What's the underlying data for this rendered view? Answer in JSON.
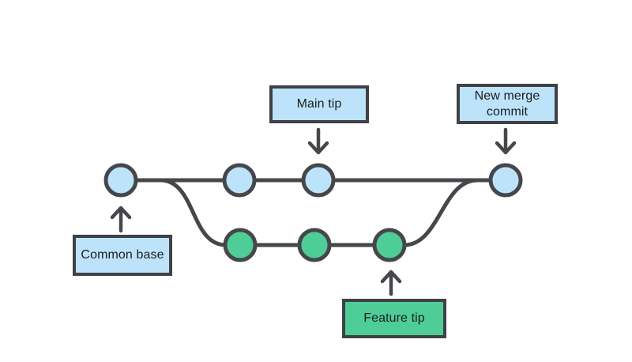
{
  "diagram": {
    "type": "git-branch-merge-diagram",
    "labels": {
      "main_tip": "Main tip",
      "new_merge_commit": "New merge commit",
      "common_base": "Common base",
      "feature_tip": "Feature tip"
    },
    "colors": {
      "main_commit_fill": "#BDE3FA",
      "feature_commit_fill": "#4ECE96",
      "line": "#45474B",
      "box_border": "#3F4145",
      "label_text": "#1B1D21",
      "background": "#FFFFFF"
    },
    "structure": {
      "main_branch_commit_count": 4,
      "feature_branch_commit_count": 3,
      "annotated_nodes": [
        "Common base",
        "Main tip",
        "Feature tip",
        "New merge commit"
      ]
    }
  }
}
